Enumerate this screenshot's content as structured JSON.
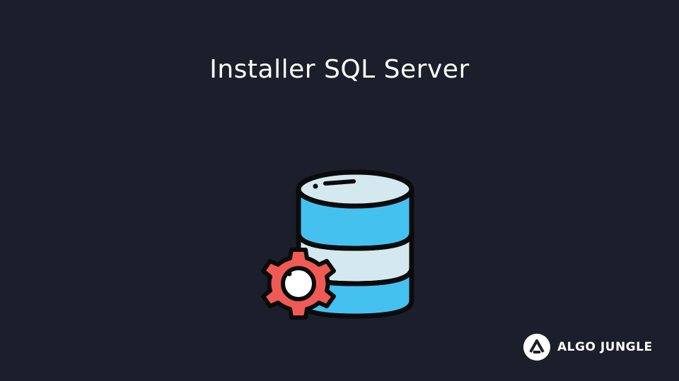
{
  "title": "Installer SQL Server",
  "illustration": {
    "icon": "database-gear-icon",
    "colors": {
      "outline": "#0b0b0b",
      "db_top": "#d4e8ef",
      "db_band_blue": "#45c1f0",
      "db_band_light": "#d4e8ef",
      "gear": "#ef5a55",
      "gear_center": "#ffffff"
    }
  },
  "brand": {
    "name": "ALGO JUNGLE",
    "logo": "algo-jungle-logo"
  },
  "background": "#1b1f2b"
}
